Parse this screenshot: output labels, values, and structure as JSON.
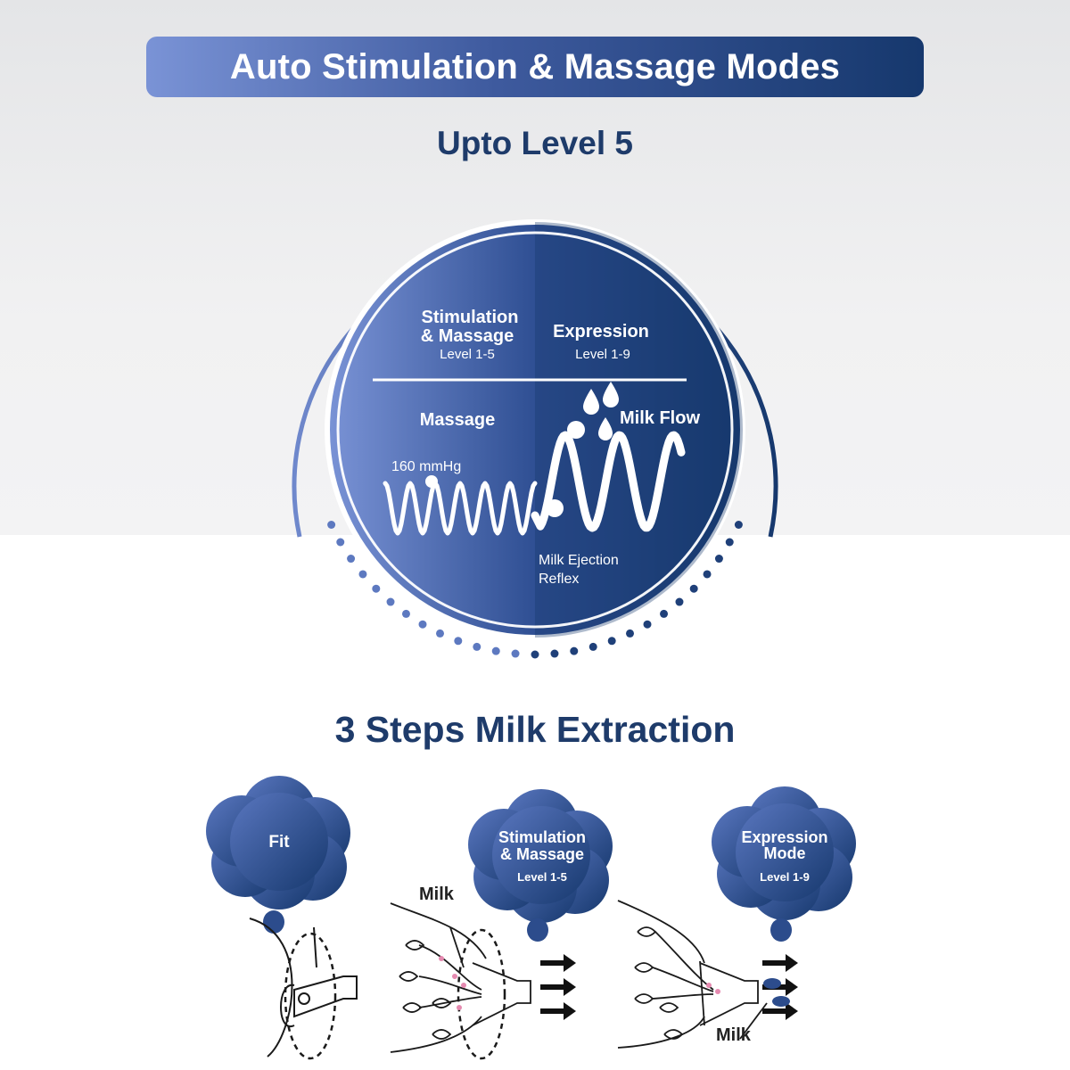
{
  "banner": {
    "title": "Auto Stimulation & Massage Modes"
  },
  "level_heading": "Upto Level 5",
  "circle": {
    "left_title_1": "Stimulation",
    "left_title_2": "& Massage",
    "left_level": "Level 1-5",
    "right_title": "Expression",
    "right_level": "Level 1-9",
    "massage_label": "Massage",
    "pressure_label": "160 mmHg",
    "milk_flow_label": "Milk Flow",
    "reflex_label_1": "Milk Ejection",
    "reflex_label_2": "Reflex"
  },
  "steps_heading": "3 Steps Milk Extraction",
  "steps": [
    {
      "title_1": "Fit",
      "title_2": "",
      "level": ""
    },
    {
      "title_1": "Stimulation",
      "title_2": "& Massage",
      "level": "Level 1-5"
    },
    {
      "title_1": "Expression",
      "title_2": "Mode",
      "level": "Level 1-9"
    }
  ],
  "diagram_labels": {
    "milk_top": "Milk",
    "milk_bottom": "Milk"
  },
  "colors": {
    "navy": "#16386d",
    "light_blue": "#7a93d6",
    "heading": "#1e3b6a"
  }
}
